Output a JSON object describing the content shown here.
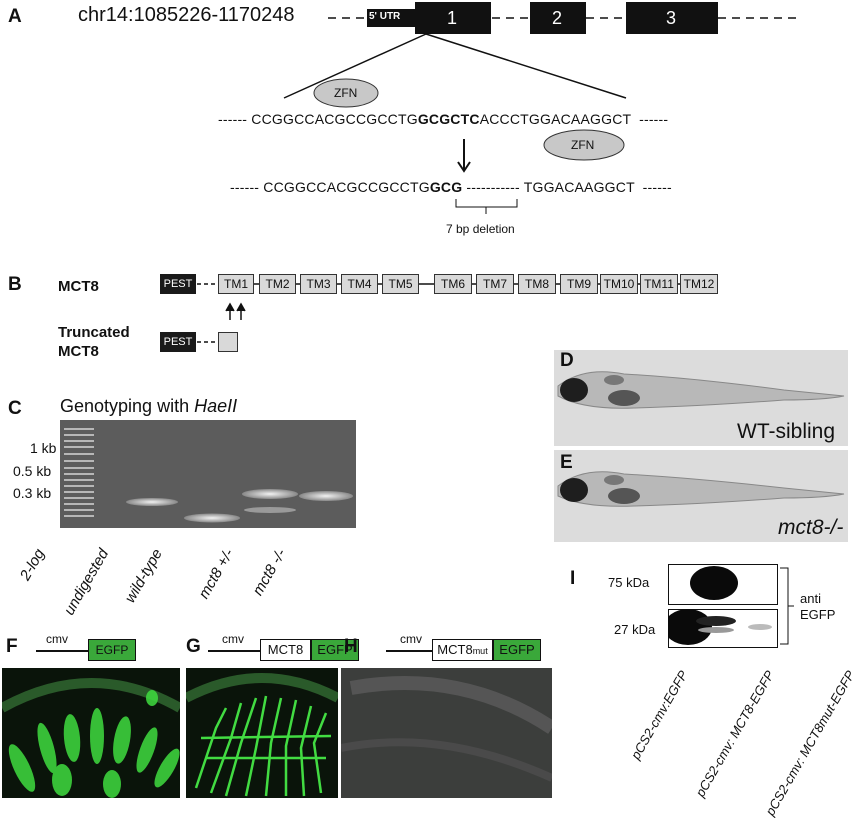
{
  "panelA": {
    "label": "A",
    "locus": "chr14:1085226-1170248",
    "utr": "5' UTR",
    "exons": [
      "1",
      "2",
      "3"
    ],
    "zfn": "ZFN",
    "wt_dash_left": "------",
    "wt_seq_pre": "CCGGCCACGCCGCCTG",
    "wt_seq_bold": "GCGCTC",
    "wt_seq_post": "ACCCTGGACAAGGCT",
    "wt_dash_right": "------",
    "mut_dash_left": "------",
    "mut_seq_pre": "CCGGCCACGCCGCCTG",
    "mut_seq_bold": "GCG",
    "mut_gap": "-----------",
    "mut_seq_post": "TGGACAAGGCT",
    "mut_dash_right": "------",
    "deletion_label": "7 bp deletion"
  },
  "panelB": {
    "label": "B",
    "mct8_label": "MCT8",
    "truncated_label_1": "Truncated",
    "truncated_label_2": "MCT8",
    "pest": "PEST",
    "tms": [
      "TM1",
      "TM2",
      "TM3",
      "TM4",
      "TM5",
      "TM6",
      "TM7",
      "TM8",
      "TM9",
      "TM10",
      "TM11",
      "TM12"
    ]
  },
  "panelC": {
    "label": "C",
    "title_prefix": "Genotyping with ",
    "title_enzyme": "HaeII",
    "size_markers": [
      "1 kb",
      "0.5 kb",
      "0.3 kb"
    ],
    "lanes": [
      "2-log",
      "undigested",
      "wild-type",
      "mct8 +/-",
      "mct8 -/-"
    ]
  },
  "panelD": {
    "label": "D",
    "caption": "WT-sibling"
  },
  "panelE": {
    "label": "E",
    "caption": "mct8-/-"
  },
  "panelF": {
    "label": "F",
    "promoter": "cmv",
    "box": "EGFP"
  },
  "panelG": {
    "label": "G",
    "promoter": "cmv",
    "box1": "MCT8",
    "box2": "EGFP"
  },
  "panelH": {
    "label": "H",
    "promoter": "cmv",
    "box1": "MCT8",
    "box1_sub": "mut",
    "box2": "EGFP"
  },
  "panelI": {
    "label": "I",
    "bands": [
      "75 kDa",
      "27 kDa"
    ],
    "antibody_1": "anti",
    "antibody_2": "EGFP",
    "lanes": [
      "pCS2-cmv:EGFP",
      "pCS2-cmv: MCT8-EGFP",
      "pCS2-cmv: MCT8mut-EGFP"
    ]
  }
}
